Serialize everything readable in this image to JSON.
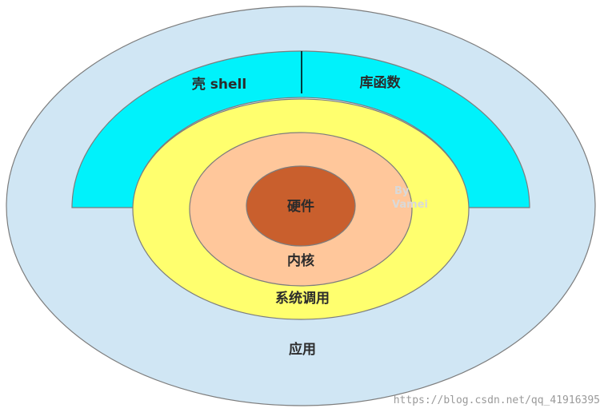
{
  "diagram": {
    "layers": {
      "application": "应用",
      "shell": "壳 shell",
      "library": "库函数",
      "system_call": "系统调用",
      "kernel": "内核",
      "hardware": "硬件"
    },
    "signature_line1": "By",
    "signature_line2": "Vamei",
    "watermark": "https://blog.csdn.net/qq_41916395"
  },
  "colors": {
    "application": "#d0e6f4",
    "shell_library": "#00f2fb",
    "system_call": "#ffff6e",
    "kernel": "#ffc79b",
    "hardware": "#c95f2d",
    "outline": "#7d7d7d"
  }
}
